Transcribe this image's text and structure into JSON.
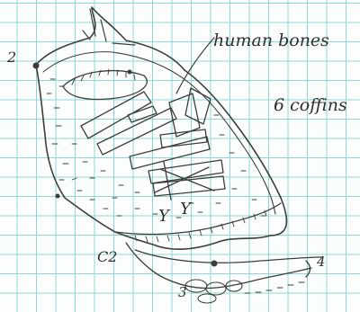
{
  "labels": {
    "human_bones": "human bones",
    "coffins": "6 coffins",
    "marker_2": "2",
    "marker_c2": "C2",
    "marker_3": "3",
    "marker_4": "4",
    "y_mark_left": "Y",
    "y_mark_right": "Y"
  },
  "colors": {
    "ink": "#3c3c3c",
    "grid": "#8fd6d0",
    "paper": "#fcfefe"
  }
}
